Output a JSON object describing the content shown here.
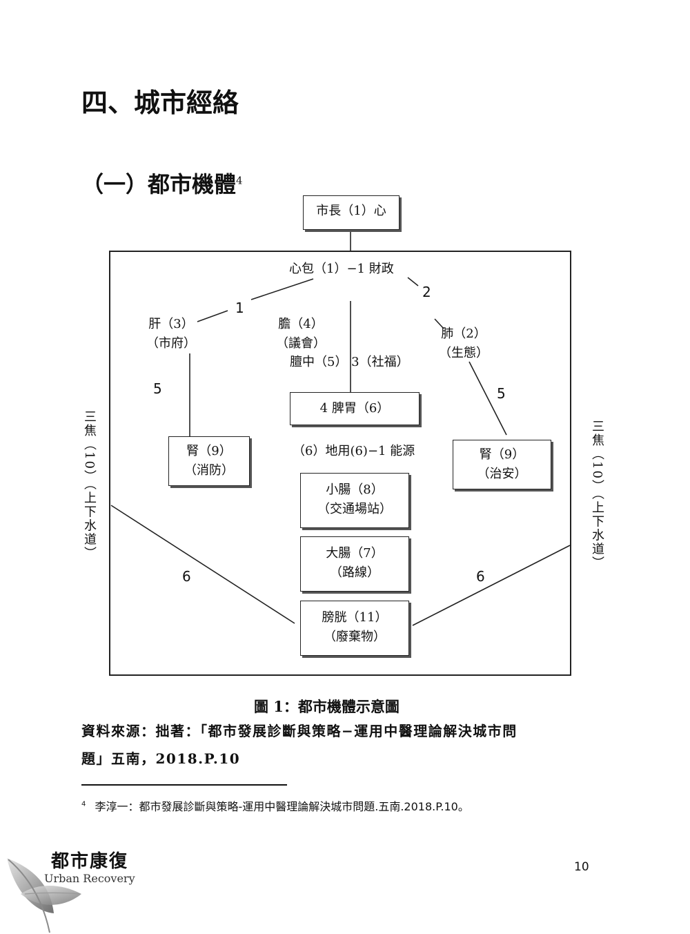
{
  "section_title": "四、城市經絡",
  "subsection_title": "（一）都市機體",
  "subsection_footnote_ref": "4",
  "diagram": {
    "top_box": "市長（1）心",
    "heart_wrapper": "心包（1）−1 財政",
    "liver": [
      "肝（3）",
      "（市府）"
    ],
    "gallbladder": [
      "膽（4）",
      "（議會）"
    ],
    "danzhong": "膻中（5） 3（社福）",
    "lung": [
      "肺（2）",
      "（生態）"
    ],
    "spleen_box": "4 脾胃（6）",
    "land_use": "（6）地用(6)−1 能源",
    "kidney_left": [
      "腎（9）",
      "（消防）"
    ],
    "kidney_right": [
      "腎（9）",
      "（治安）"
    ],
    "small_intestine": [
      "小腸（8）",
      "（交通場站）"
    ],
    "large_intestine": [
      "大腸（7）",
      "（路線）"
    ],
    "bladder": [
      "膀胱（11）",
      "（廢棄物）"
    ],
    "triple_burner_left": "三焦（10）（上下水道）",
    "triple_burner_right": "三焦（10）（上下水道）",
    "edge_labels": {
      "liver_link": "1",
      "lung_link": "2",
      "liver_kidney": "5",
      "lung_kidney": "5",
      "left_bladder": "6",
      "right_bladder": "6"
    }
  },
  "caption": "圖 1：都市機體示意圖",
  "source_line1": "資料來源：拙著：「都市發展診斷與策略−運用中醫理論解決城市問",
  "source_line2": "題」五南，2018.P.10",
  "footnote_number": "4",
  "footnote_text": "李淳一：都市發展診斷與策略-運用中醫理論解決城市問題.五南.2018.P.10。",
  "brand_title": "都市康復",
  "brand_subtitle": "Urban Recovery",
  "page_number": "10"
}
